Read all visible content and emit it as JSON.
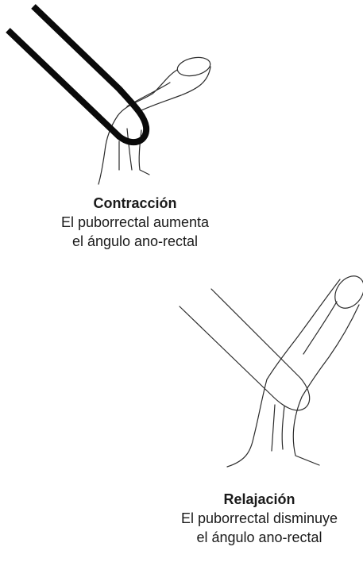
{
  "contraction": {
    "title": "Contracción",
    "line1": "El puborrectal aumenta",
    "line2": "el ángulo ano-rectal"
  },
  "relaxation": {
    "title": "Relajación",
    "line1": "El puborrectal disminuye",
    "line2": "el ángulo ano-rectal"
  },
  "colors": {
    "ink": "#1a1a1a",
    "sketch": "#2b2b2b",
    "background": "#ffffff"
  }
}
